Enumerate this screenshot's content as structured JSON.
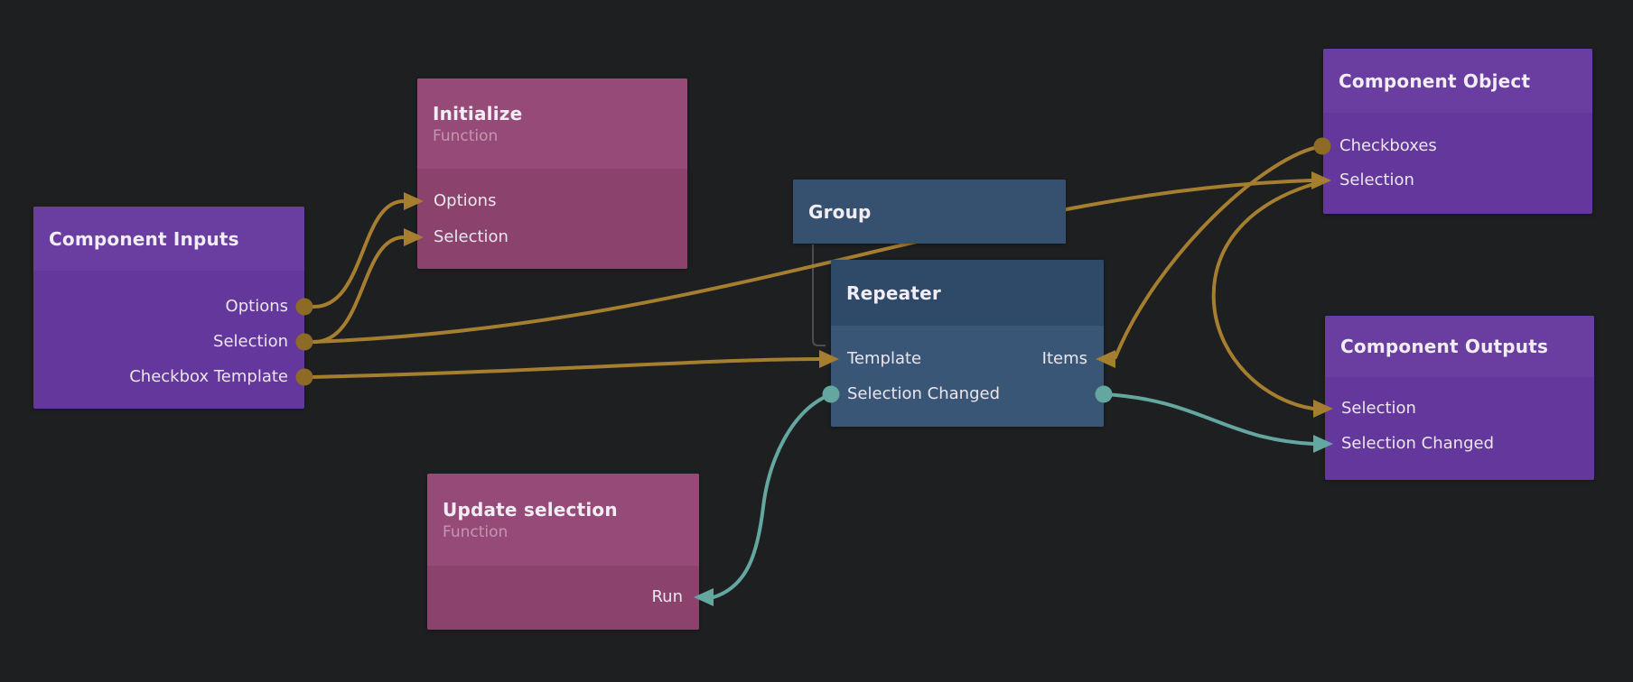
{
  "app": "visual node editor canvas",
  "canvas": {
    "background": "#1e1f21"
  },
  "colors": {
    "purple_node_header": "#693ea0",
    "purple_node_body": "#63379b",
    "pink_node_header": "#964a78",
    "pink_node_body": "#8b436d",
    "blue_node_header": "#2f4968",
    "blue_node_body": "#3a5677",
    "group_node_fill": "#36516f",
    "wire_gold": "#a57e30",
    "wire_gold_dot": "#8d6a26",
    "wire_teal": "#64a7a1",
    "hierarchy_line": "#4d4d4d",
    "title_text": "#f1edf5",
    "port_text": "#eae6ee"
  },
  "nodes": {
    "component_inputs": {
      "title": "Component Inputs",
      "ports": [
        {
          "label": "Options"
        },
        {
          "label": "Selection"
        },
        {
          "label": "Checkbox Template"
        }
      ]
    },
    "initialize": {
      "title": "Initialize",
      "subtitle": "Function",
      "ports": [
        {
          "label": "Options"
        },
        {
          "label": "Selection"
        }
      ]
    },
    "group": {
      "title": "Group"
    },
    "repeater": {
      "title": "Repeater",
      "ports": [
        {
          "label": "Template"
        },
        {
          "label": "Items"
        },
        {
          "label": "Selection Changed"
        }
      ]
    },
    "component_object": {
      "title": "Component Object",
      "ports": [
        {
          "label": "Checkboxes"
        },
        {
          "label": "Selection"
        }
      ]
    },
    "component_outputs": {
      "title": "Component Outputs",
      "ports": [
        {
          "label": "Selection"
        },
        {
          "label": "Selection Changed"
        }
      ]
    },
    "update_selection": {
      "title": "Update selection",
      "subtitle": "Function",
      "ports": [
        {
          "label": "Run"
        }
      ]
    }
  },
  "connections": [
    {
      "from": "Component Inputs.Options",
      "to": "Initialize.Options",
      "color": "gold"
    },
    {
      "from": "Component Inputs.Selection",
      "to": "Initialize.Selection",
      "color": "gold"
    },
    {
      "from": "Component Inputs.Selection",
      "to": "Component Object.Selection",
      "color": "gold"
    },
    {
      "from": "Component Inputs.Checkbox Template",
      "to": "Repeater.Template",
      "color": "gold"
    },
    {
      "from": "Component Object.Checkboxes",
      "to": "Repeater.Items",
      "color": "gold"
    },
    {
      "from": "Component Object.Selection",
      "to": "Component Outputs.Selection",
      "color": "gold"
    },
    {
      "from": "Repeater.Selection Changed",
      "to": "Update selection.Run",
      "color": "teal"
    },
    {
      "from": "Repeater.Selection Changed",
      "to": "Component Outputs.Selection Changed",
      "color": "teal"
    },
    {
      "from": "Group",
      "to": "Repeater",
      "type": "parent-child"
    }
  ]
}
